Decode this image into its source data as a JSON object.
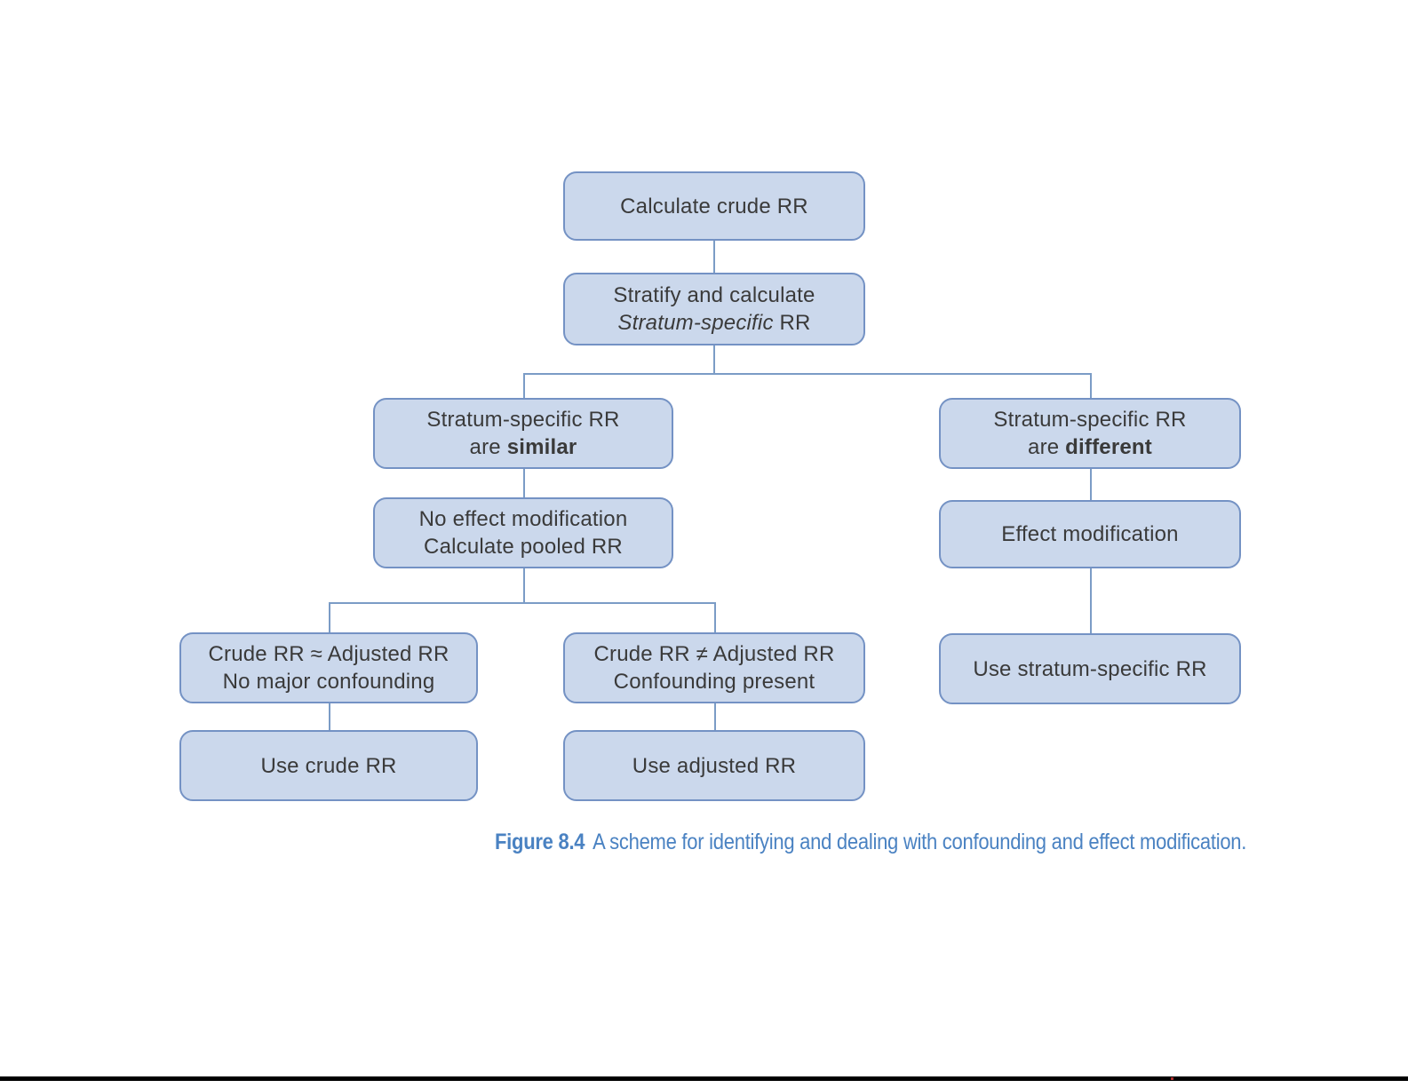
{
  "figure": {
    "type": "flowchart",
    "caption": {
      "label": "Figure 8.4",
      "text": "A scheme for identifying and dealing with confounding and effect modification."
    },
    "colors": {
      "box_fill": "#cbd8ec",
      "box_border": "#7492c4",
      "connector": "#7b9cc6",
      "node_text": "#3a3a3a",
      "caption_text": "#4a82c2",
      "bottom_rule": "#000000"
    },
    "nodes": {
      "calc_crude": {
        "line1": "Calculate crude RR"
      },
      "stratify": {
        "line1": "Stratify and calculate",
        "line2_italic": "Stratum-specific",
        "line2_rest": " RR"
      },
      "similar": {
        "line1": "Stratum-specific RR",
        "line2_pre": "are ",
        "line2_bold": "similar"
      },
      "different": {
        "line1": "Stratum-specific RR",
        "line2_pre": "are ",
        "line2_bold": "different"
      },
      "no_effect_mod": {
        "line1": "No effect modification",
        "line2": "Calculate pooled RR"
      },
      "effect_mod": {
        "line1": "Effect modification"
      },
      "crude_approx": {
        "line1": "Crude RR ≈ Adjusted RR",
        "line2": "No major confounding"
      },
      "crude_neq": {
        "line1": "Crude RR ≠ Adjusted RR",
        "line2": "Confounding present"
      },
      "use_stratum": {
        "line1": "Use stratum-specific RR"
      },
      "use_crude": {
        "line1": "Use crude RR"
      },
      "use_adjusted": {
        "line1": "Use adjusted RR"
      }
    },
    "edges": [
      "calc_crude -> stratify",
      "stratify -> similar",
      "stratify -> different",
      "similar -> no_effect_mod",
      "different -> effect_mod",
      "no_effect_mod -> crude_approx",
      "no_effect_mod -> crude_neq",
      "effect_mod -> use_stratum",
      "crude_approx -> use_crude",
      "crude_neq -> use_adjusted"
    ]
  }
}
